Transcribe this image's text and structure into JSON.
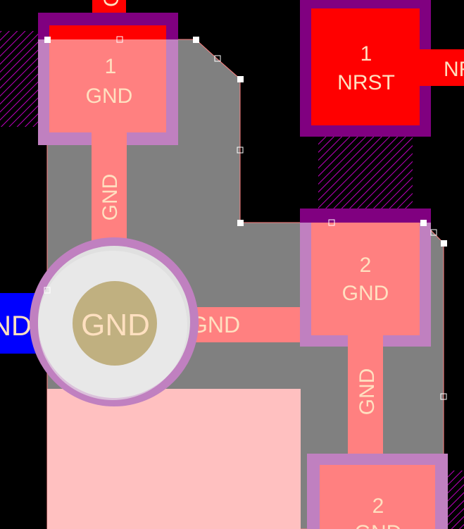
{
  "pads": {
    "pad_top_left": {
      "number": "1",
      "net": "GND"
    },
    "pad_top_right": {
      "number": "1",
      "net": "NRST"
    },
    "pad_mid_right": {
      "number": "2",
      "net": "GND"
    },
    "pad_bottom_right": {
      "number": "2",
      "net": "GND"
    }
  },
  "via": {
    "net": "GND"
  },
  "traces": {
    "vertical_left": "GND",
    "horizontal_mid": "GND",
    "vertical_right": "GND",
    "top_stub": "GND",
    "right_stub": "NRST",
    "left_blue_stub": "GND"
  },
  "colors": {
    "background": "#000000",
    "copper_pour": "#808080",
    "pad_selected": "#FF8080",
    "pad_red": "#FF0000",
    "mask_purple": "#800080",
    "mask_selected": "#C080C0",
    "via_ring": "#E0E0E0",
    "via_hole": "#C0B080",
    "label_text": "#FFE0C0",
    "blue_trace": "#0000FF",
    "pink_region": "#FFC0C0",
    "hatch": "#C000C0"
  }
}
